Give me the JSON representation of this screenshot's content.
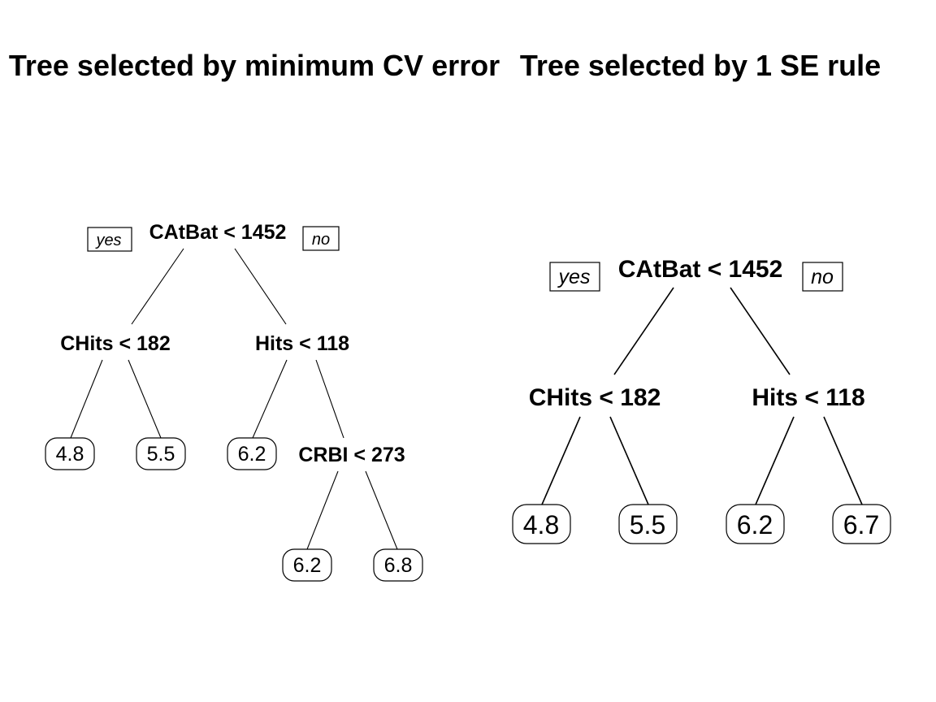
{
  "left_panel": {
    "title": "Tree selected by minimum CV error",
    "yes_label": "yes",
    "no_label": "no",
    "root": "CAtBat < 1452",
    "left_split": "CHits < 182",
    "right_split": "Hits < 118",
    "deep_split": "CRBI < 273",
    "leaves": [
      "4.8",
      "5.5",
      "6.2",
      "6.2",
      "6.8"
    ]
  },
  "right_panel": {
    "title": "Tree selected by 1 SE rule",
    "yes_label": "yes",
    "no_label": "no",
    "root": "CAtBat < 1452",
    "left_split": "CHits < 182",
    "right_split": "Hits < 118",
    "leaves": [
      "4.8",
      "5.5",
      "6.2",
      "6.7"
    ]
  }
}
